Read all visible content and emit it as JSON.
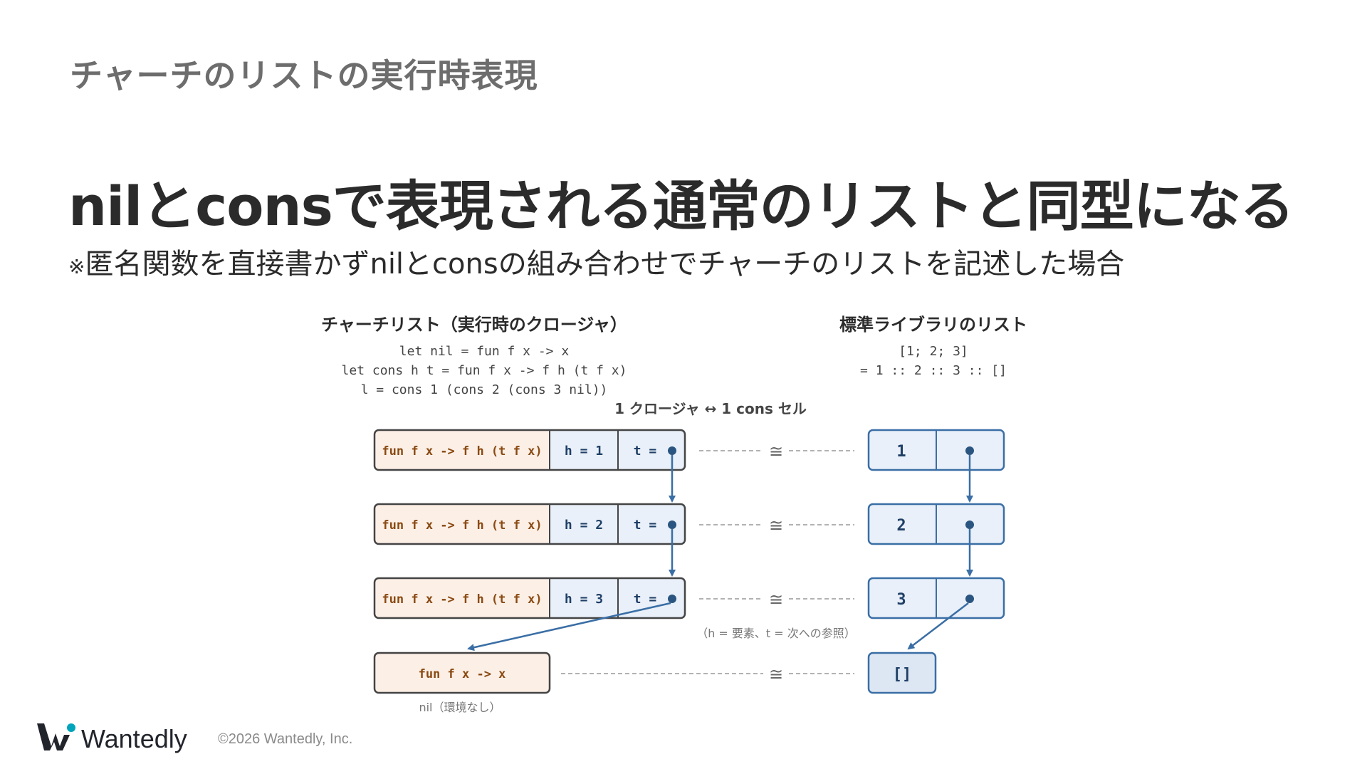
{
  "section_title": "チャーチのリストの実行時表現",
  "main_title": "nilとconsで表現される通常のリストと同型になる",
  "note": {
    "mark": "※",
    "text": "匿名関数を直接書かずnilとconsの組み合わせでチャーチのリストを記述した場合"
  },
  "diagram": {
    "left_heading": "チャーチリスト（実行時のクロージャ）",
    "left_code": [
      "let nil = fun f x -> x",
      "let cons h t = fun f x -> f h (t f x)",
      "l = cons 1 (cons 2 (cons 3 nil))"
    ],
    "right_heading": "標準ライブラリのリスト",
    "right_code": [
      "[1; 2; 3]",
      "= 1 :: 2 :: 3 :: []"
    ],
    "correspondence": "1 クロージャ ↔ 1 cons セル",
    "closure_label": "fun f x -> f h (t f x)",
    "rows": [
      {
        "h": "h = 1",
        "t": "t =",
        "value": "1"
      },
      {
        "h": "h = 2",
        "t": "t =",
        "value": "2"
      },
      {
        "h": "h = 3",
        "t": "t =",
        "value": "3"
      }
    ],
    "nil_closure": "fun f x -> x",
    "nil_caption": "nil（環境なし）",
    "empty_list": "[]",
    "iso_symbol": "≅",
    "legend": "（h = 要素、t = 次への参照）"
  },
  "colors": {
    "closure_fill": "#fcefe6",
    "closure_text": "#8a4a12",
    "cell_fill": "#e9f0f9",
    "cell_border": "#3a6ea5",
    "ptr": "#2a5580",
    "arrow": "#3a6ea5",
    "box_border": "#444444",
    "empty_fill": "#dde7f3"
  },
  "footer": {
    "brand": "Wantedly",
    "copyright": "©2026 Wantedly, Inc."
  }
}
